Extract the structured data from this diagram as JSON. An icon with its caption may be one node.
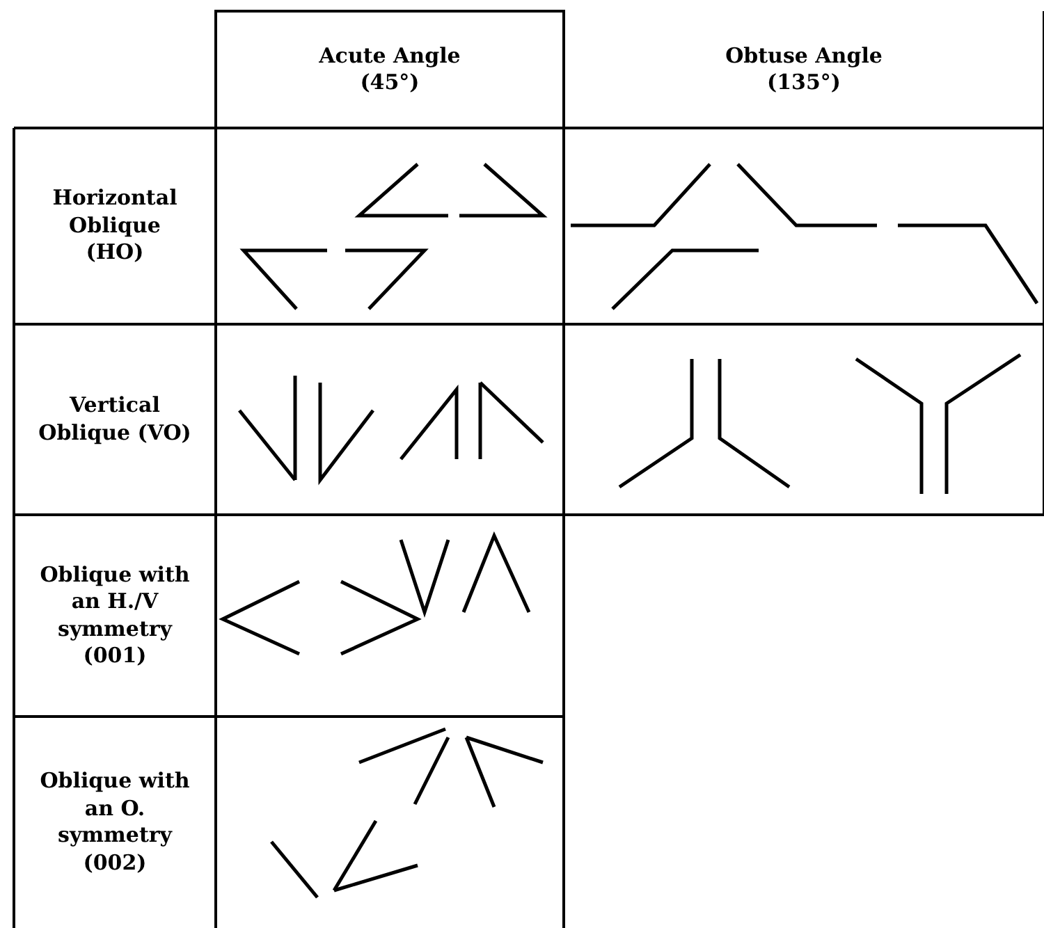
{
  "diagram": {
    "labels": [
      "Acute Angle (45°)",
      "Obtuse Angle (135°)",
      "Horizontal Oblique (HO)",
      "Vertical Oblique (VO)",
      "Oblique with an H./V symmetry (001)",
      "Oblique with an O. symmetry (002)"
    ]
  }
}
